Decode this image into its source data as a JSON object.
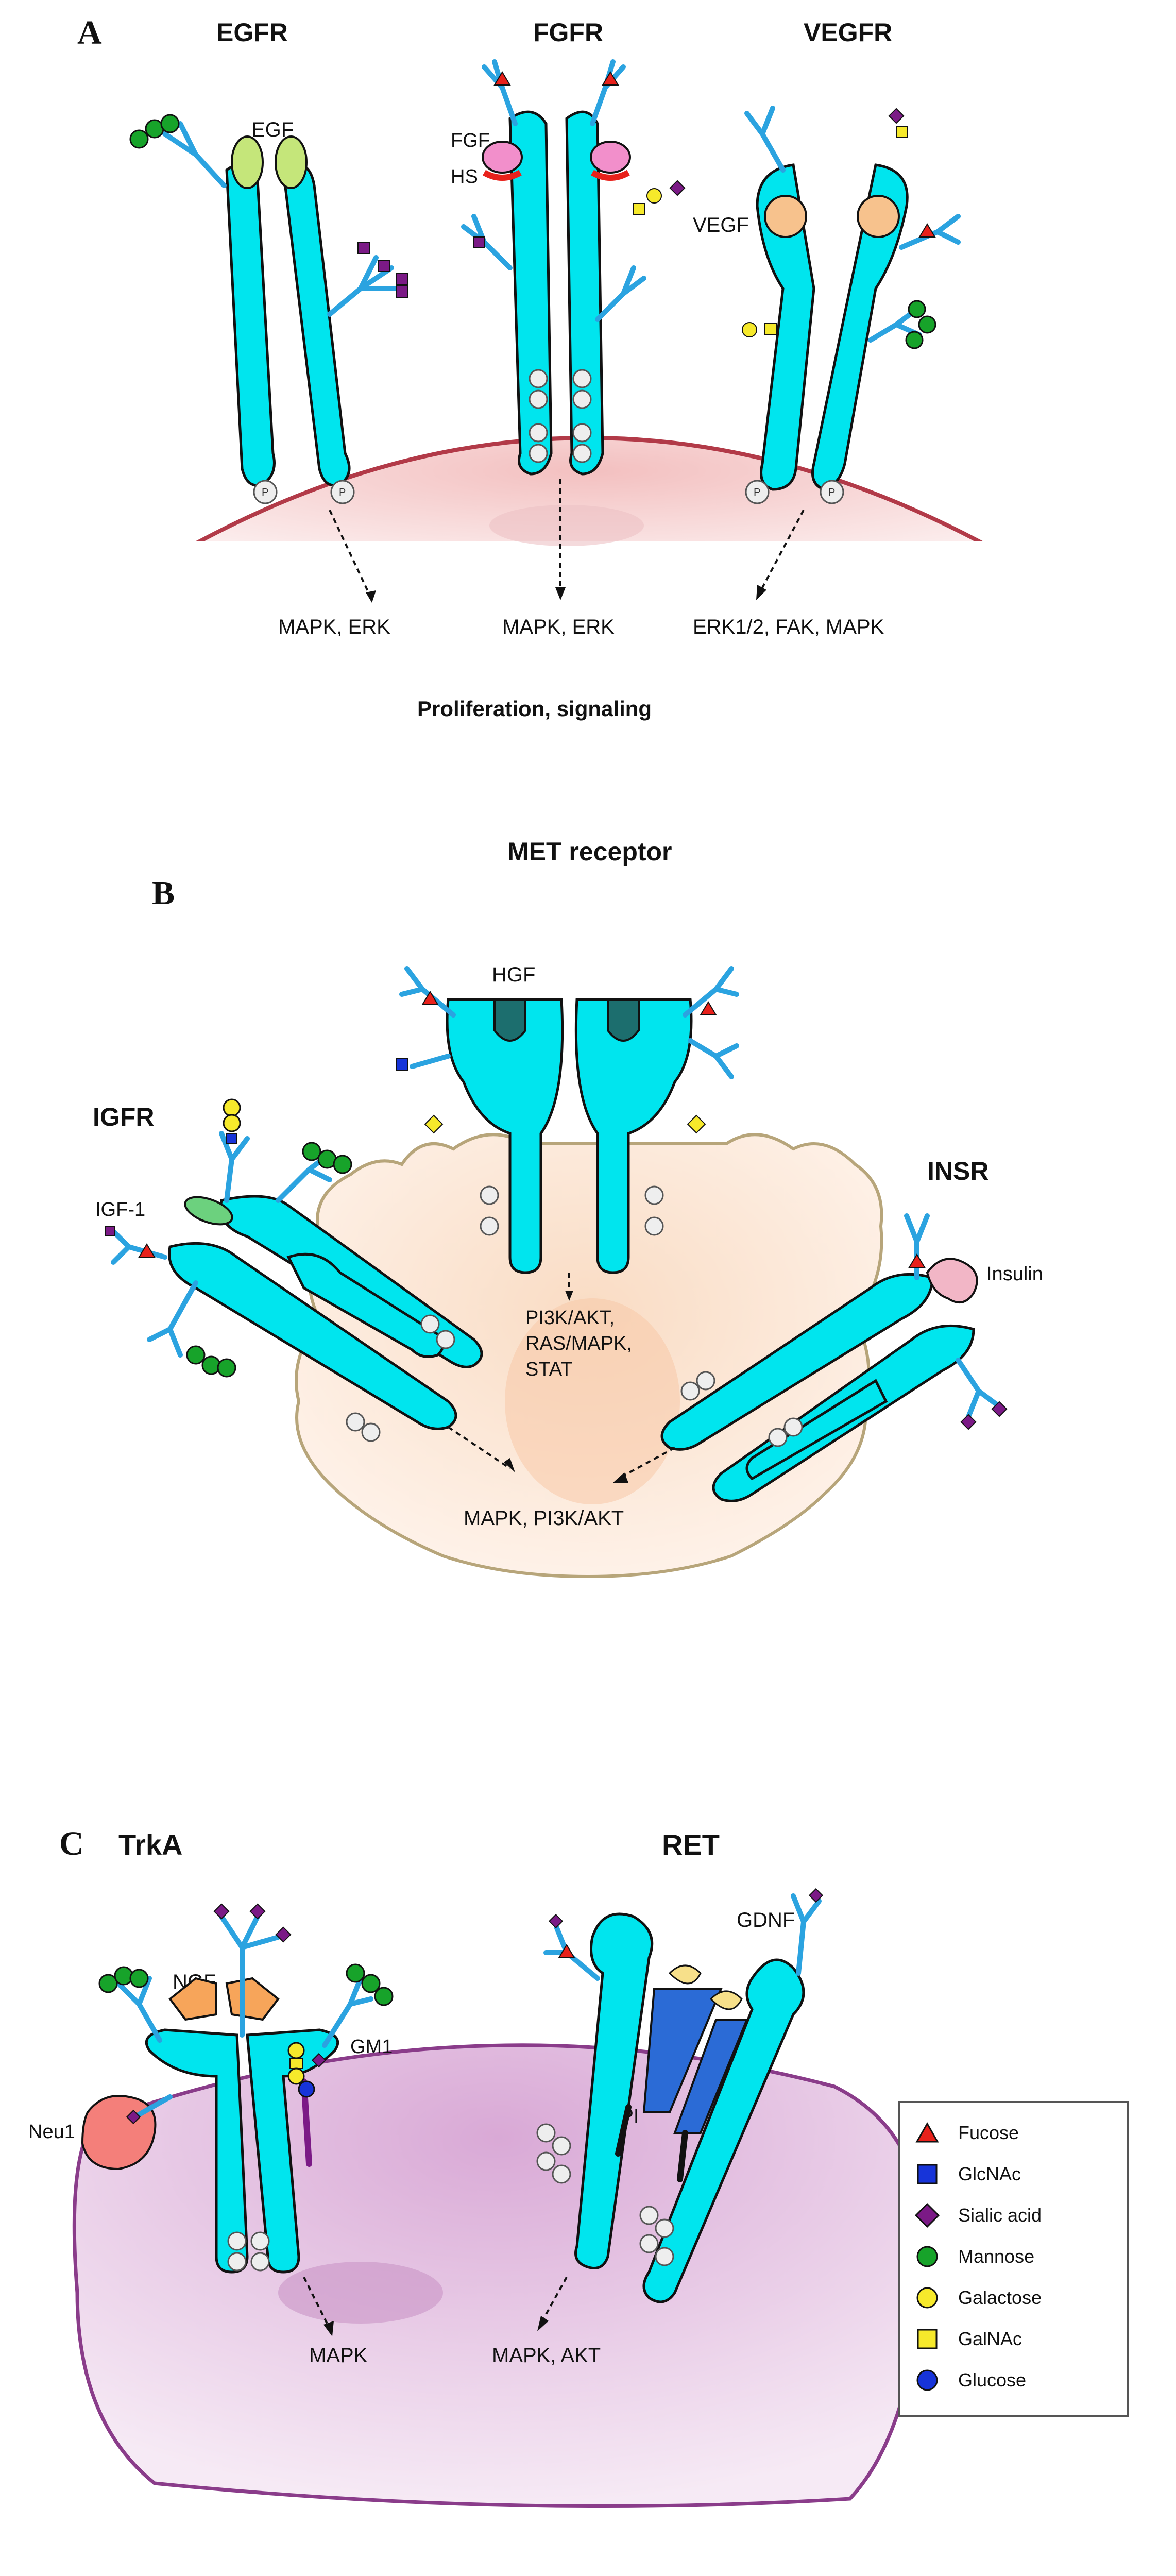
{
  "panels": {
    "a": {
      "letter": "A",
      "receptors": [
        {
          "title": "EGFR",
          "ligand": "EGF",
          "pathway": "MAPK, ERK"
        },
        {
          "title": "FGFR",
          "ligand": "FGF",
          "cofactor": "HS",
          "pathway": "MAPK, ERK"
        },
        {
          "title": "VEGFR",
          "ligand": "VEGF",
          "pathway": "ERK1/2, FAK, MAPK"
        }
      ],
      "footer": "Proliferation, signaling"
    },
    "b": {
      "letter": "B",
      "met": {
        "title": "MET receptor",
        "ligand": "HGF",
        "pathway_lines": [
          "PI3K/AKT,",
          "RAS/MAPK,",
          "STAT"
        ]
      },
      "igfr": {
        "title": "IGFR",
        "ligand": "IGF-1"
      },
      "insr": {
        "title": "INSR",
        "ligand": "Insulin"
      },
      "shared_pathway": "MAPK, PI3K/AKT"
    },
    "c": {
      "letter": "C",
      "trka": {
        "title": "TrkA",
        "ligand": "NGF",
        "lipid": "GM1",
        "enzyme": "Neu1",
        "pathway": "MAPK"
      },
      "ret": {
        "title": "RET",
        "ligand": "GDNF",
        "anchor": "GPI",
        "pathway": "MAPK, AKT"
      }
    }
  },
  "phospho_label": "P",
  "legend": [
    {
      "label": "Fucose",
      "shape": "triangle",
      "color": "#E8211B"
    },
    {
      "label": "GlcNAc",
      "shape": "square",
      "color": "#1734D9"
    },
    {
      "label": "Sialic acid",
      "shape": "diamond",
      "color": "#7B1A86"
    },
    {
      "label": "Mannose",
      "shape": "circle",
      "color": "#17A32A"
    },
    {
      "label": "Galactose",
      "shape": "circle",
      "color": "#F6E92B"
    },
    {
      "label": "GalNAc",
      "shape": "square",
      "color": "#F6E92B"
    },
    {
      "label": "Glucose",
      "shape": "circle",
      "color": "#1734D9"
    }
  ],
  "colors": {
    "receptor": "#00E5EE",
    "glycan_stem": "#2BA3E0",
    "cell_a": "#F3C0C0",
    "cell_b": "#F9DCC4",
    "cell_c": "#D9A9D6"
  }
}
